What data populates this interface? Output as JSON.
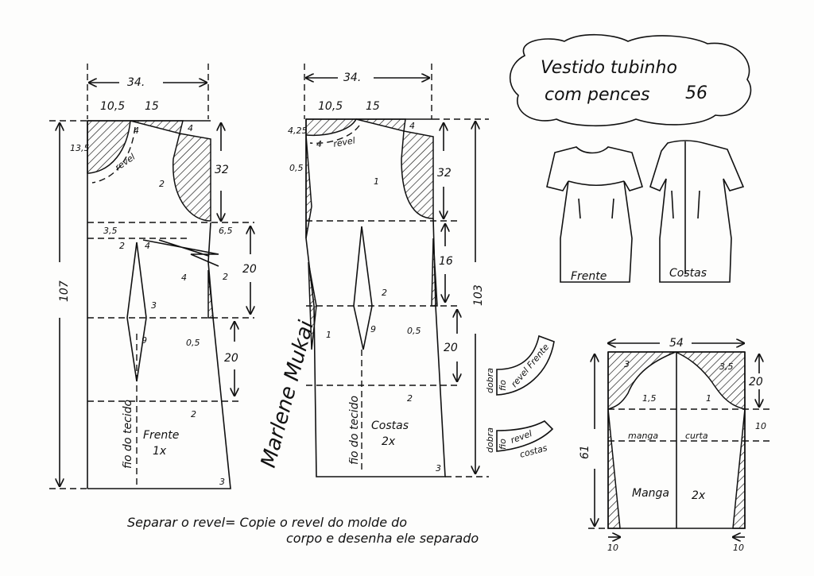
{
  "title": {
    "line1": "Vestido tubinho",
    "line2": "com pences",
    "size": "56"
  },
  "illustration": {
    "front_label": "Frente",
    "back_label": "Costas"
  },
  "front": {
    "width": "34.",
    "neck_width": "10,5",
    "shoulder": "15",
    "neck_depth": "13,5",
    "shoulder_drop": "4",
    "dart_neck": "4",
    "armhole": "32",
    "total_length": "107",
    "bust_drop": "3,5",
    "side_dart": "6,5",
    "waist_to_hip": "20",
    "hip_to_bottom": "20",
    "armhole_ease": "2",
    "revel": "revel",
    "revel_a": "4",
    "dart_top": "2",
    "dart_side": "4",
    "dart_line": "4",
    "dart_side2": "2",
    "dart_width": "3",
    "dart_length": "9",
    "side_ease": "0,5",
    "hem_ease": "2",
    "hem": "3",
    "grain": "fio do tecido",
    "name": "Frente",
    "count": "1x"
  },
  "back": {
    "width": "34.",
    "neck_width": "10,5",
    "shoulder": "15",
    "neck_depth": "4,25",
    "shoulder_drop": "4",
    "neck_mark": "4",
    "revel": "revel",
    "zip_ease": "0,5",
    "armhole": "32",
    "armhole_ease": "1",
    "total_length": "103",
    "waist": "16",
    "hip": "20",
    "center_ease": "1",
    "dart_width": "2",
    "dart_length": "9",
    "side_ease": "0,5",
    "hem_ease": "2",
    "hem": "3",
    "grain": "fio do tecido",
    "name": "Costas",
    "count": "2x"
  },
  "facings": [
    {
      "fold": "dobra",
      "grain": "fio",
      "name": "revel Frente"
    },
    {
      "fold": "dobra",
      "grain": "fio",
      "name": "revel",
      "sub": "costas"
    }
  ],
  "sleeve": {
    "width": "54",
    "cap_height": "20",
    "length": "61",
    "short": "10",
    "left_cap": "3",
    "right_cap": "3,5",
    "left_mark": "1,5",
    "right_mark": "1",
    "short_label_a": "manga",
    "short_label_b": "curta",
    "name": "Manga",
    "count": "2x",
    "hem_left": "10",
    "hem_right": "10"
  },
  "signature": "Marlene Mukai",
  "note": {
    "line1": "Separar o revel= Copie o revel do molde do",
    "line2": "corpo e desenha ele separado"
  }
}
